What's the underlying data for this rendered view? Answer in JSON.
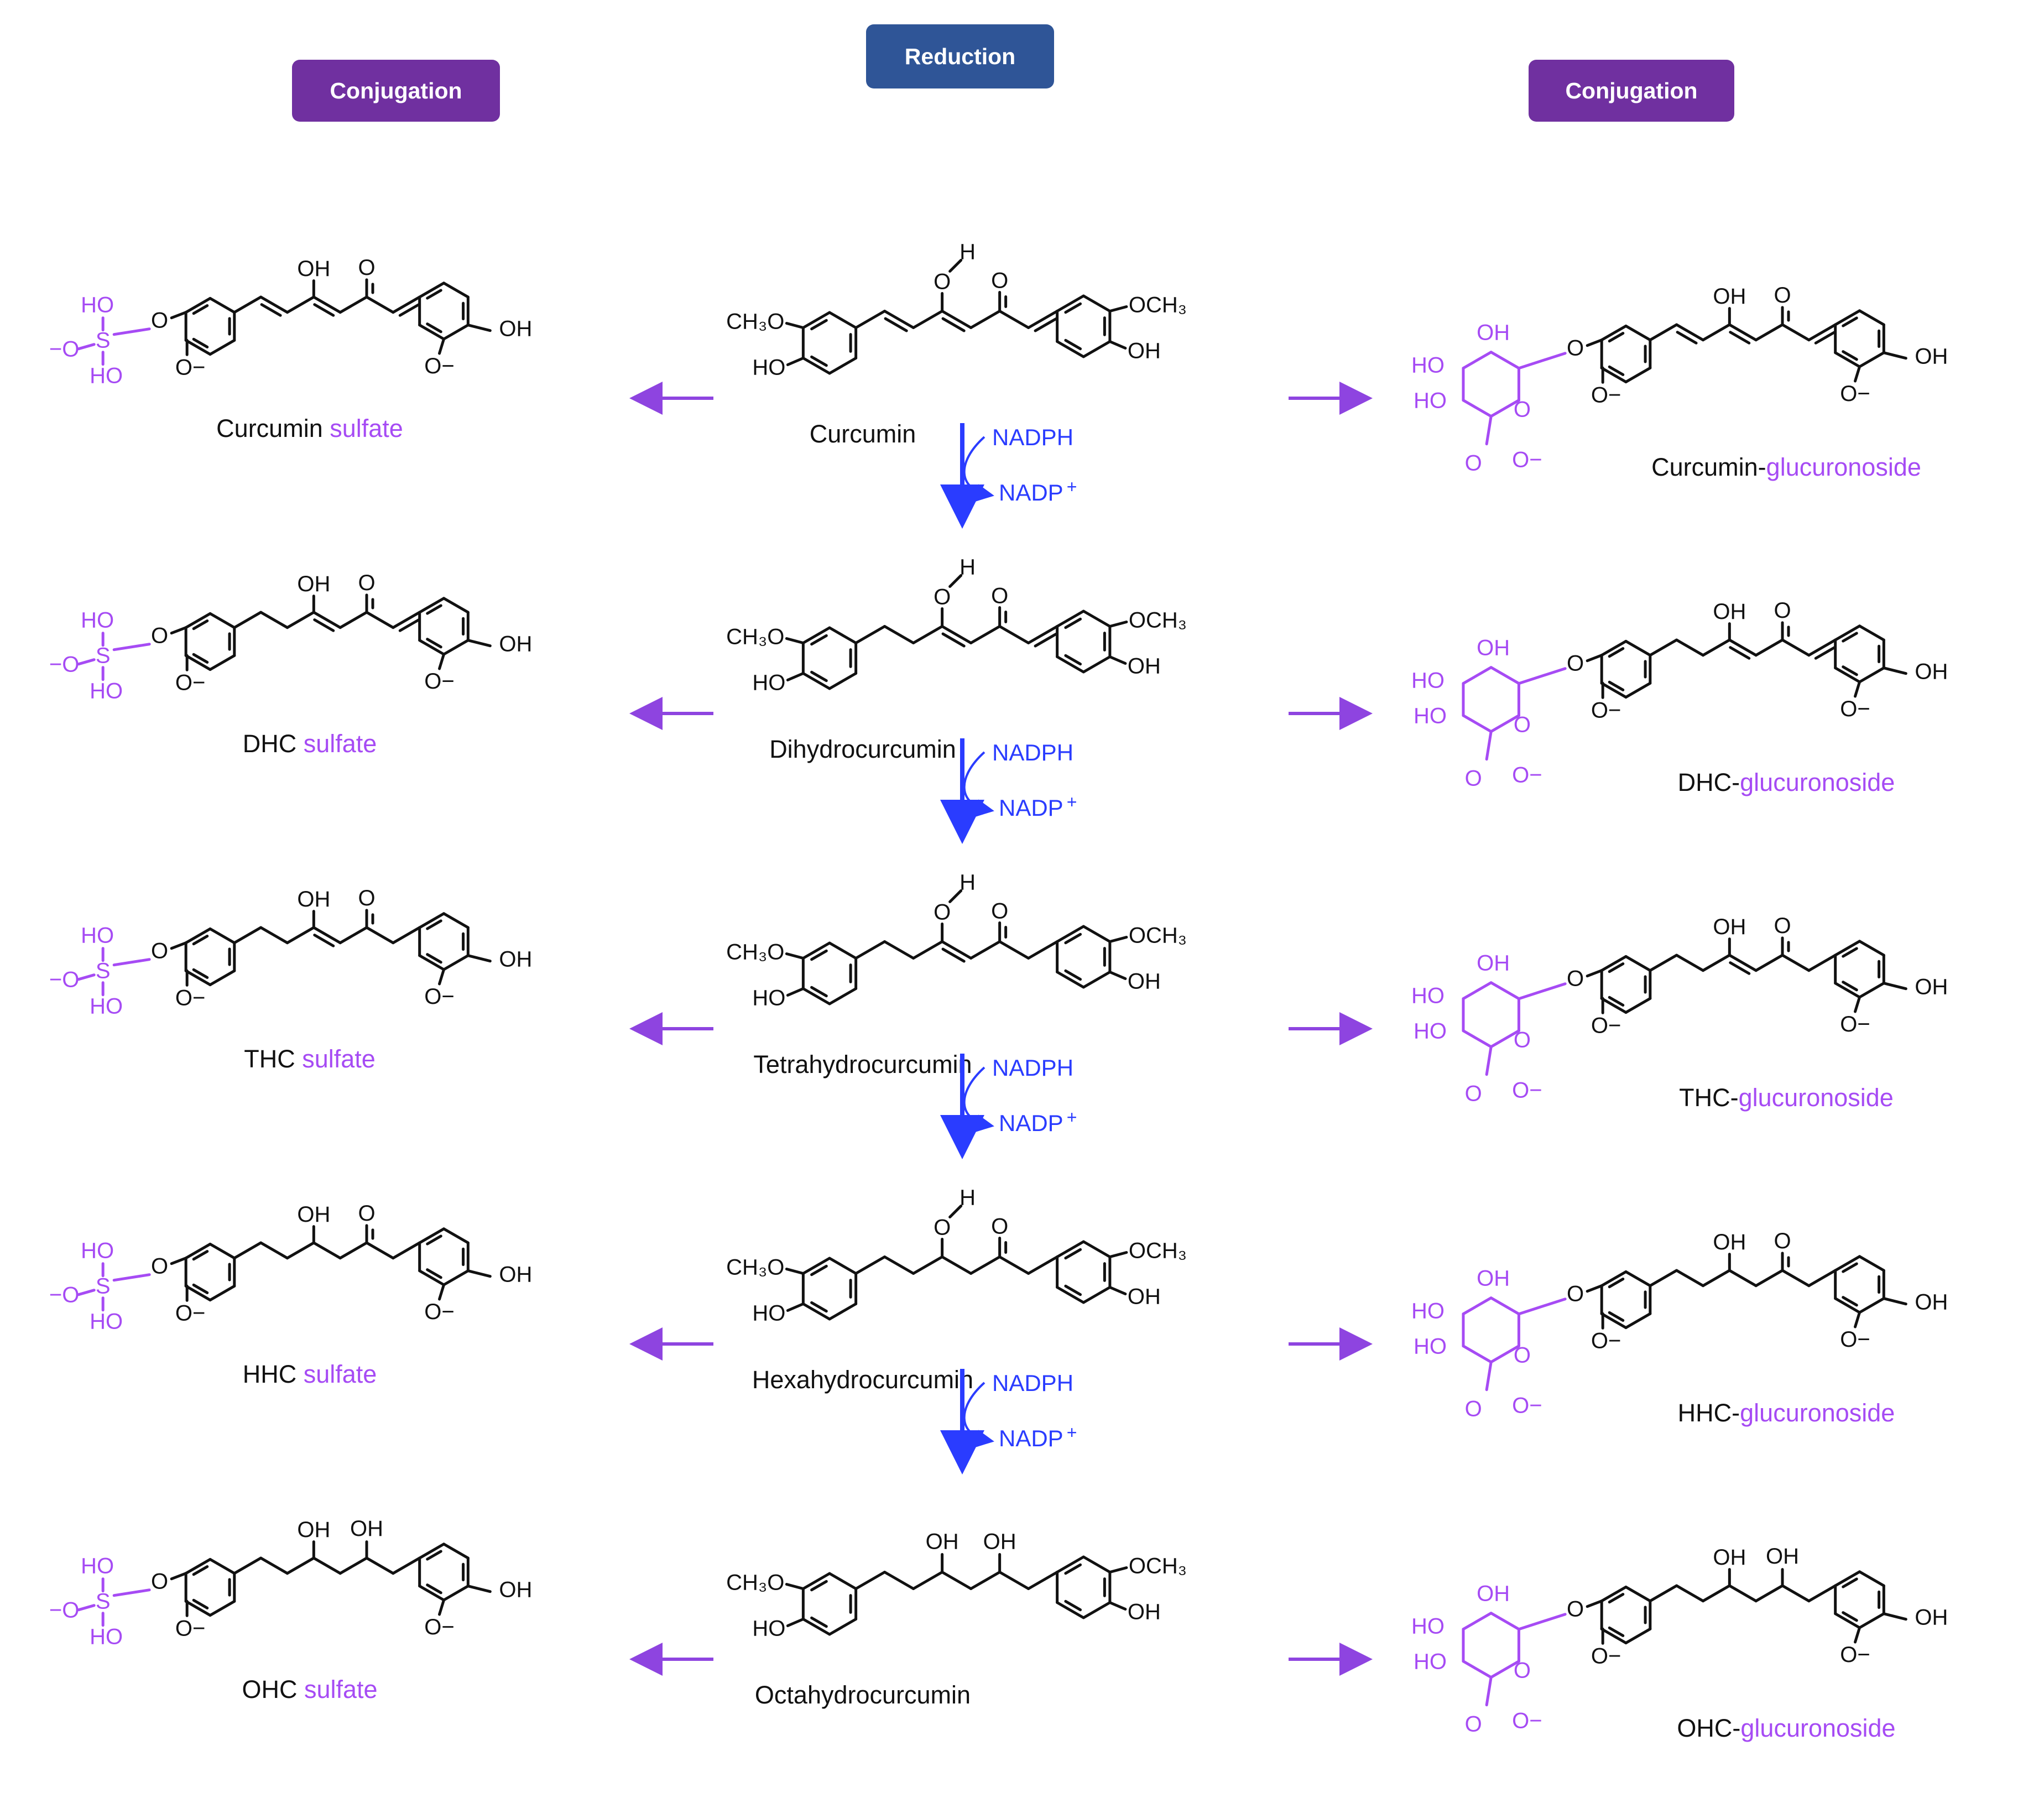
{
  "colors": {
    "reduction_header": "#2f5597",
    "conjugation_header": "#7030a0",
    "conjugate_group": "#a64bf4",
    "conjugation_arrow": "#8e44e0",
    "cofactor_blue": "#2a3cff",
    "structure": "#111111"
  },
  "headers": {
    "left": "Conjugation",
    "center": "Reduction",
    "right": "Conjugation"
  },
  "cofactors": {
    "reductant": "NADPH",
    "oxidized": "NADP",
    "charge": "+"
  },
  "atoms": {
    "methoxy": "CH₃O",
    "methoxy_right": "OCH₃",
    "hydroxyl": "OH",
    "hydroxyl_left": "HO",
    "oxygen": "O",
    "hydrogen": "H",
    "sulfur": "S",
    "minus": "−"
  },
  "rows": [
    {
      "center": "Curcumin",
      "sulfate_prefix": "Curcumin ",
      "glucuronide_prefix": "Curcumin-",
      "linker": [
        "dbl",
        "sgl",
        "sgl",
        "dbl"
      ],
      "enol_right": true,
      "ketone": true,
      "second_oh": false
    },
    {
      "center": "Dihydrocurcumin",
      "sulfate_prefix": "DHC ",
      "glucuronide_prefix": "DHC-",
      "linker": [
        "sgl",
        "sgl",
        "sgl",
        "dbl"
      ],
      "enol_right": true,
      "ketone": true,
      "second_oh": false
    },
    {
      "center": "Tetrahydrocurcumin",
      "sulfate_prefix": "THC ",
      "glucuronide_prefix": "THC-",
      "linker": [
        "sgl",
        "sgl",
        "sgl",
        "sgl"
      ],
      "enol_right": true,
      "ketone": true,
      "second_oh": false
    },
    {
      "center": "Hexahydrocurcumin",
      "sulfate_prefix": "HHC ",
      "glucuronide_prefix": "HHC-",
      "linker": [
        "sgl",
        "sgl",
        "sgl",
        "sgl"
      ],
      "enol_right": false,
      "ketone": true,
      "second_oh": false
    },
    {
      "center": "Octahydrocurcumin",
      "sulfate_prefix": "OHC ",
      "glucuronide_prefix": "OHC-",
      "linker": [
        "sgl",
        "sgl",
        "sgl",
        "sgl"
      ],
      "enol_right": false,
      "ketone": false,
      "second_oh": true
    }
  ],
  "suffixes": {
    "sulfate": "sulfate",
    "glucuronide": "glucuronoside"
  }
}
